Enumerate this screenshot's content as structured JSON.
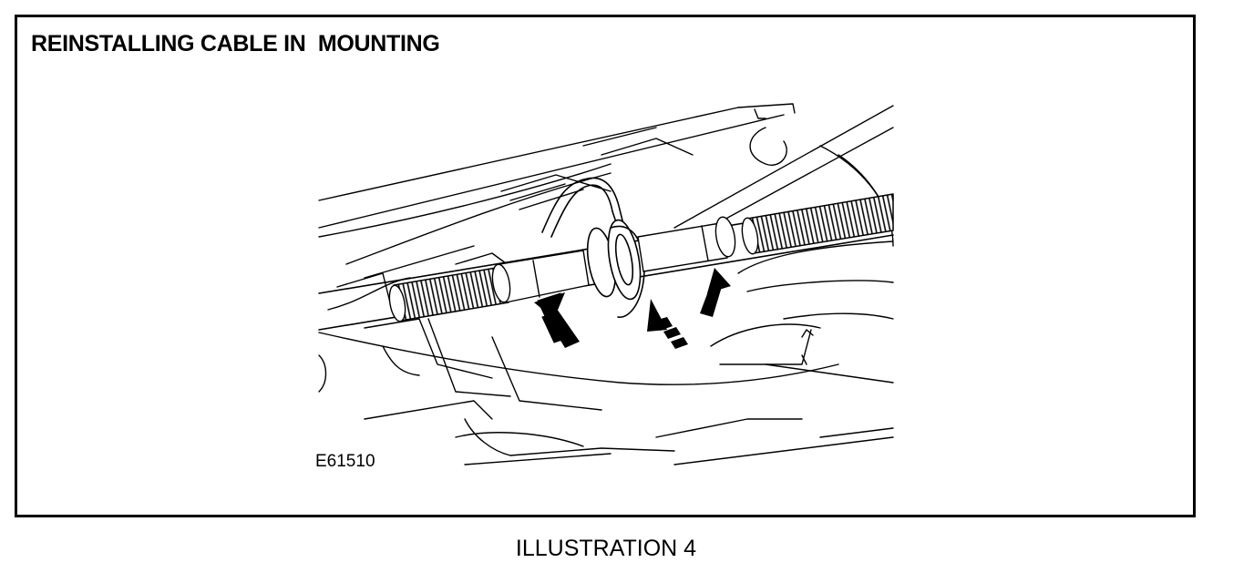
{
  "figure": {
    "title": "REINSTALLING CABLE IN  MOUNTING",
    "figure_code": "E61510",
    "caption": "ILLUSTRATION 4"
  },
  "colors": {
    "line": "#000000",
    "background": "#ffffff"
  }
}
